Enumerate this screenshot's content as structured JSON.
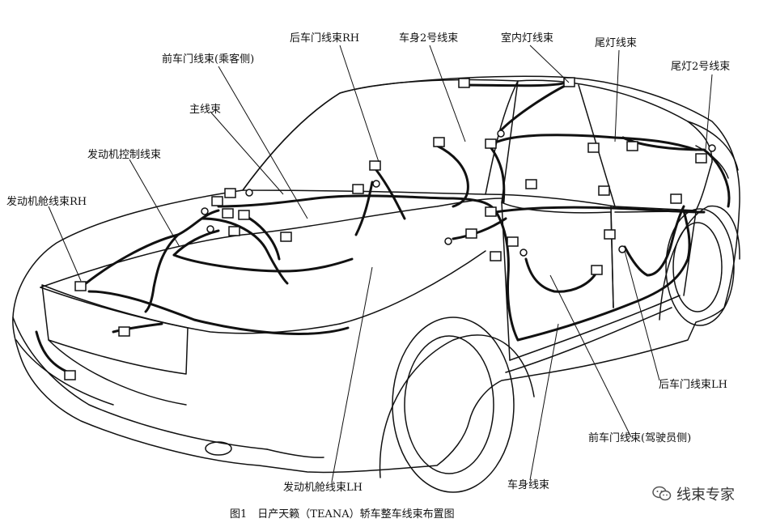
{
  "labels": {
    "rear_door_rh": "后车门线束RH",
    "body_no2": "车身2号线束",
    "room_lamp": "室内灯线束",
    "tail_lamp": "尾灯线束",
    "tail_lamp_no2": "尾灯2号线束",
    "front_door_passenger": "前车门线束(乘客侧)",
    "main": "主线束",
    "engine_control": "发动机控制线束",
    "engine_room_rh": "发动机舱线束RH",
    "rear_door_lh": "后车门线束LH",
    "front_door_driver": "前车门线束(驾驶员侧)",
    "body": "车身线束",
    "engine_room_lh": "发动机舱线束LH"
  },
  "caption": "图1　日产天籁（TEANA）轿车整车线束布置图",
  "watermark": "线束专家",
  "icons": {
    "watermark": "wechat-icon"
  }
}
